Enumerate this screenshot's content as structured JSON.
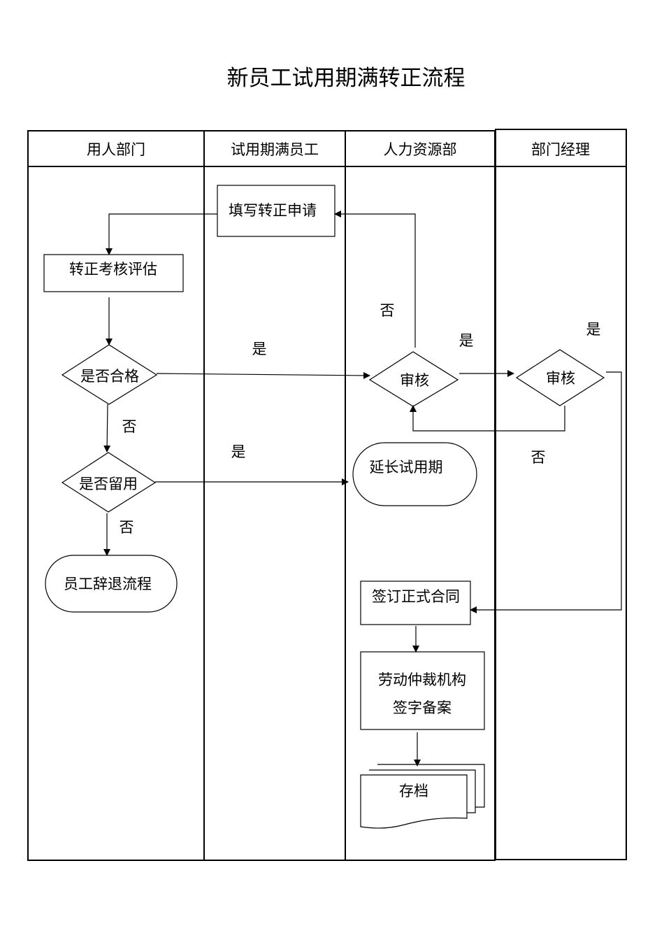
{
  "title": "新员工试用期满转正流程",
  "lanes": [
    {
      "id": "dept",
      "label": "用人部门"
    },
    {
      "id": "employee",
      "label": "试用期满员工"
    },
    {
      "id": "hr",
      "label": "人力资源部"
    },
    {
      "id": "manager",
      "label": "部门经理"
    }
  ],
  "nodes": {
    "apply": {
      "type": "process",
      "lane": "employee",
      "label": "填写转正申请"
    },
    "assess": {
      "type": "process",
      "lane": "dept",
      "label": "转正考核评估"
    },
    "qualified": {
      "type": "decision",
      "lane": "dept",
      "label": "是否合格"
    },
    "retain": {
      "type": "decision",
      "lane": "dept",
      "label": "是否留用"
    },
    "dismiss": {
      "type": "terminator",
      "lane": "dept",
      "label": "员工辞退流程"
    },
    "hr_review": {
      "type": "decision",
      "lane": "hr",
      "label": "审核"
    },
    "mgr_review": {
      "type": "decision",
      "lane": "manager",
      "label": "审核"
    },
    "extend": {
      "type": "terminator",
      "lane": "hr",
      "label": "延长试用期"
    },
    "contract": {
      "type": "process",
      "lane": "hr",
      "label": "签订正式合同"
    },
    "arbitration": {
      "type": "process",
      "lane": "hr",
      "label_line1": "劳动仲裁机构",
      "label_line2": "签字备案"
    },
    "archive": {
      "type": "multi-document",
      "lane": "hr",
      "label": "存档"
    }
  },
  "edges": [
    {
      "from": "apply",
      "to": "assess",
      "label": ""
    },
    {
      "from": "assess",
      "to": "qualified",
      "label": ""
    },
    {
      "from": "qualified",
      "to": "hr_review",
      "label": "是"
    },
    {
      "from": "qualified",
      "to": "retain",
      "label": "否"
    },
    {
      "from": "retain",
      "to": "extend",
      "label": "是"
    },
    {
      "from": "retain",
      "to": "dismiss",
      "label": "否"
    },
    {
      "from": "hr_review",
      "to": "apply",
      "label": "否"
    },
    {
      "from": "hr_review",
      "to": "mgr_review",
      "label": "是"
    },
    {
      "from": "mgr_review",
      "to": "hr_review",
      "label": "否"
    },
    {
      "from": "mgr_review",
      "to": "contract",
      "label": "是"
    },
    {
      "from": "contract",
      "to": "arbitration",
      "label": ""
    },
    {
      "from": "arbitration",
      "to": "archive",
      "label": ""
    }
  ],
  "labels": {
    "yes": "是",
    "no": "否"
  }
}
